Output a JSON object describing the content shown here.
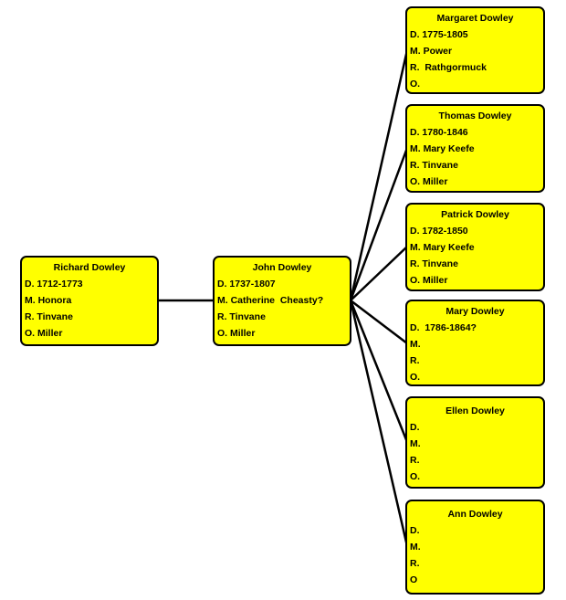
{
  "people": {
    "richard": {
      "name": "Richard Dowley",
      "d": "D. 1712-1773",
      "m": "M. Honora",
      "r": "R. Tinvane",
      "o": "O. Miller"
    },
    "john": {
      "name": "John Dowley",
      "d": "D. 1737-1807",
      "m": "M. Catherine  Cheasty?",
      "r": "R. Tinvane",
      "o": "O. Miller"
    },
    "margaret": {
      "name": "Margaret Dowley",
      "d": "D. 1775-1805",
      "m": "M. Power",
      "r": "R.  Rathgormuck",
      "o": "O."
    },
    "thomas": {
      "name": "Thomas Dowley",
      "d": "D. 1780-1846",
      "m": "M. Mary Keefe",
      "r": "R. Tinvane",
      "o": "O. Miller"
    },
    "patrick": {
      "name": "Patrick Dowley",
      "d": "D. 1782-1850",
      "m": "M. Mary Keefe",
      "r": "R. Tinvane",
      "o": "O. Miller"
    },
    "mary": {
      "name": "Mary Dowley",
      "d": "D.  1786-1864?",
      "m": "M.",
      "r": "R.",
      "o": "O."
    },
    "ellen": {
      "name": "Ellen Dowley",
      "d": "D.",
      "m": "M.",
      "r": "R.",
      "o": "O."
    },
    "ann": {
      "name": "Ann Dowley",
      "d": "D.",
      "m": "M.",
      "r": "R.",
      "o": "O"
    }
  },
  "colors": {
    "box_fill": "#ffff00",
    "border": "#000000",
    "line": "#000000"
  }
}
